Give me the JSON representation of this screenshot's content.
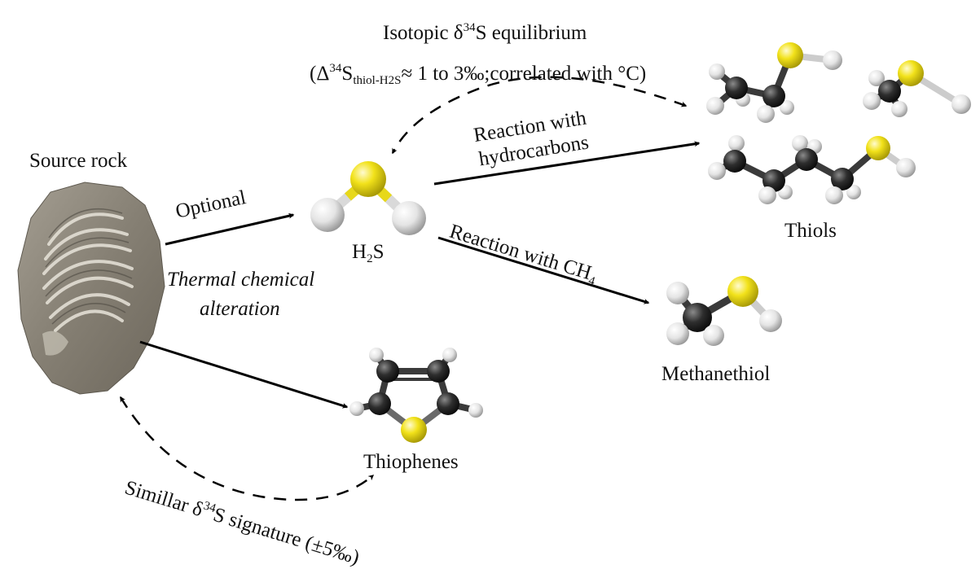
{
  "colors": {
    "sulfur": "#f2e21a",
    "carbon": "#2b2b2b",
    "hydrogen": "#e6e6e6",
    "arrow": "#000000",
    "rock": "#8a8478"
  },
  "labels": {
    "source_rock": "Source rock",
    "optional": "Optional",
    "alteration_1": "Thermal chemical",
    "alteration_2": "alteration",
    "h2s_H": "H",
    "h2s_2": "2",
    "h2s_S": "S",
    "hydrocarbons_1": "Reaction with",
    "hydrocarbons_2": "hydrocarbons",
    "ch4_text": "Reaction with CH",
    "ch4_sub": "4",
    "thiols": "Thiols",
    "methanethiol": "Methanethiol",
    "thiophenes": "Thiophenes",
    "equilibrium_pre": "Isotopic δ",
    "equilibrium_sup": "34",
    "equilibrium_post": "S equilibrium",
    "delta_open": "(Δ",
    "delta_sup": "34",
    "delta_S": "S",
    "delta_sub": "thiol-H2S",
    "delta_rest": "≈ 1 to 3‰;correlated with °C)",
    "signature_pre": "Simillar δ",
    "signature_sup": "34",
    "signature_post": "S signature (±5‰)"
  }
}
